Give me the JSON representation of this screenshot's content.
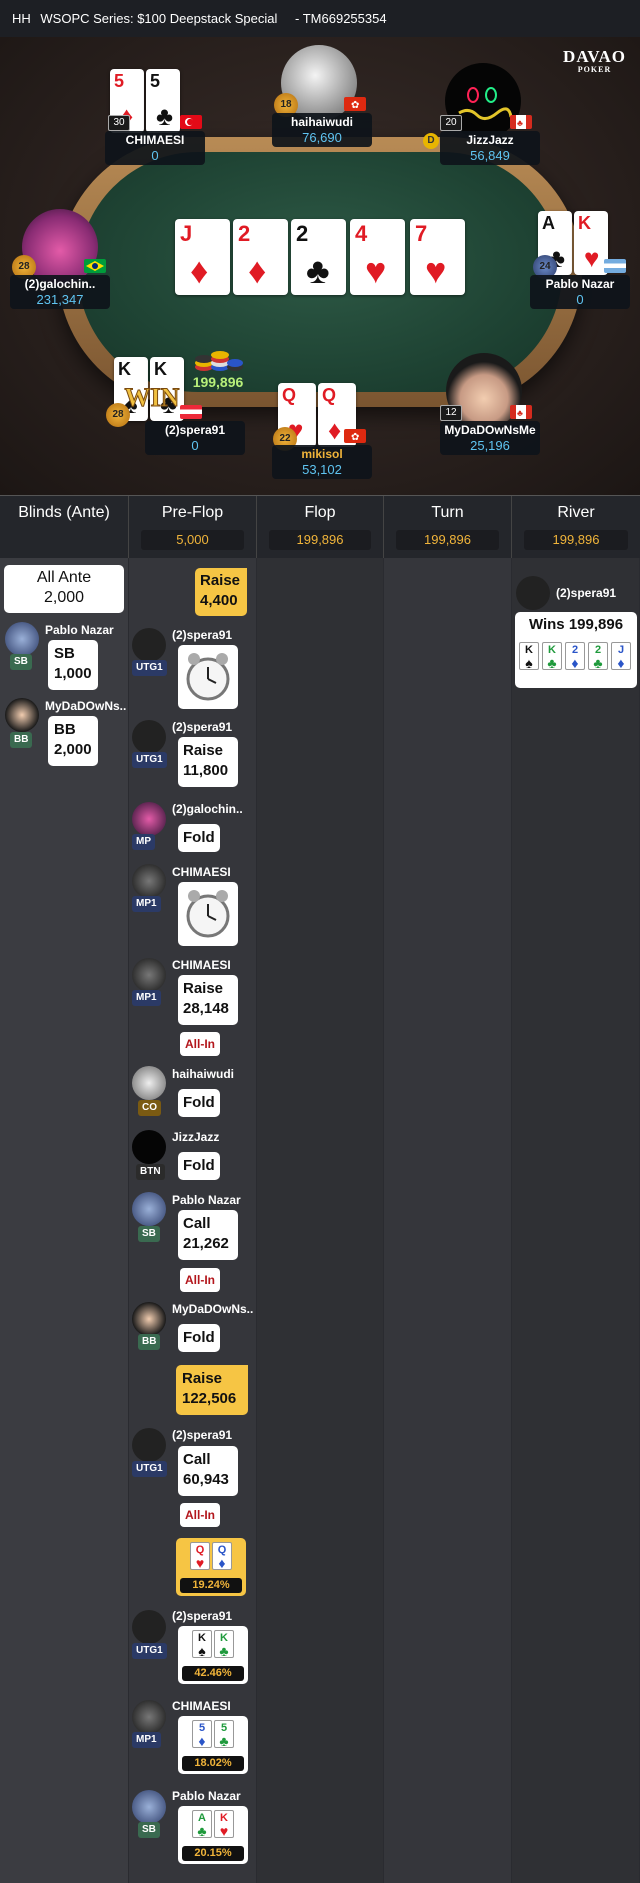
{
  "title": {
    "prefix": "HH",
    "tournament": "WSOPC Series: $100 Deepstack Special",
    "hand_id": "- TM669255354"
  },
  "logo": {
    "line1": "DAVAO",
    "line2": "POKER"
  },
  "board": [
    {
      "rank": "J",
      "suit": "♦",
      "color": "red"
    },
    {
      "rank": "2",
      "suit": "♦",
      "color": "red"
    },
    {
      "rank": "2",
      "suit": "♣",
      "color": "blk"
    },
    {
      "rank": "4",
      "suit": "♥",
      "color": "red"
    },
    {
      "rank": "7",
      "suit": "♥",
      "color": "red"
    }
  ],
  "pot": "199,896",
  "seats": {
    "chimaesi": {
      "name": "CHIMAESI",
      "chips": "0",
      "level": "30",
      "cards": [
        {
          "rank": "5",
          "suit": "♦",
          "color": "red"
        },
        {
          "rank": "5",
          "suit": "♣",
          "color": "blk"
        }
      ]
    },
    "haihaiwudi": {
      "name": "haihaiwudi",
      "chips": "76,690",
      "level": "18"
    },
    "jizzjazz": {
      "name": "JizzJazz",
      "chips": "56,849",
      "level": "20",
      "dealer": "D"
    },
    "galochin": {
      "name": "(2)galochin..",
      "chips": "231,347",
      "level": "28"
    },
    "pablo": {
      "name": "Pablo Nazar",
      "chips": "0",
      "level": "24",
      "cards": [
        {
          "rank": "A",
          "suit": "♣",
          "color": "blk"
        },
        {
          "rank": "K",
          "suit": "♥",
          "color": "red"
        }
      ]
    },
    "spera": {
      "name": "(2)spera91",
      "chips": "0",
      "level": "28",
      "cards": [
        {
          "rank": "K",
          "suit": "♠",
          "color": "blk"
        },
        {
          "rank": "K",
          "suit": "♣",
          "color": "blk"
        }
      ],
      "win_text": "WIN"
    },
    "mikisol": {
      "name": "mikisol",
      "chips": "53,102",
      "level": "22",
      "cards": [
        {
          "rank": "Q",
          "suit": "♥",
          "color": "red"
        },
        {
          "rank": "Q",
          "suit": "♦",
          "color": "red"
        }
      ]
    },
    "mydad": {
      "name": "MyDaDOwNsMe",
      "chips": "25,196",
      "level": "12"
    }
  },
  "columns": [
    {
      "title": "Blinds (Ante)",
      "value": ""
    },
    {
      "title": "Pre-Flop",
      "value": "5,000"
    },
    {
      "title": "Flop",
      "value": "199,896"
    },
    {
      "title": "Turn",
      "value": "199,896"
    },
    {
      "title": "River",
      "value": "199,896"
    }
  ],
  "blinds": {
    "ante_label": "All Ante",
    "ante_value": "2,000",
    "sb": {
      "name": "Pablo Nazar",
      "pos": "SB",
      "action": "SB",
      "amount": "1,000"
    },
    "bb": {
      "name": "MyDaDOwNs..",
      "pos": "BB",
      "action": "BB",
      "amount": "2,000"
    }
  },
  "preflop": {
    "hero_raise": {
      "action": "Raise",
      "amount": "4,400"
    },
    "a1": {
      "name": "(2)spera91",
      "pos": "UTG1"
    },
    "a2": {
      "name": "(2)spera91",
      "pos": "UTG1",
      "action": "Raise",
      "amount": "11,800"
    },
    "a3": {
      "name": "(2)galochin..",
      "pos": "MP",
      "action": "Fold"
    },
    "a4": {
      "name": "CHIMAESI",
      "pos": "MP1"
    },
    "a5": {
      "name": "CHIMAESI",
      "pos": "MP1",
      "action": "Raise",
      "amount": "28,148",
      "allin": "All-In"
    },
    "a6": {
      "name": "haihaiwudi",
      "pos": "CO",
      "action": "Fold"
    },
    "a7": {
      "name": "JizzJazz",
      "pos": "BTN",
      "action": "Fold"
    },
    "a8": {
      "name": "Pablo Nazar",
      "pos": "SB",
      "action": "Call",
      "amount": "21,262",
      "allin": "All-In"
    },
    "a9": {
      "name": "MyDaDOwNs..",
      "pos": "BB",
      "action": "Fold"
    },
    "hero_raise2": {
      "action": "Raise",
      "amount": "122,506"
    },
    "a10": {
      "name": "(2)spera91",
      "pos": "UTG1",
      "action": "Call",
      "amount": "60,943",
      "allin": "All-In"
    },
    "eq_hero": {
      "equity": "19.24%",
      "cards": [
        {
          "rank": "Q",
          "suit": "♥",
          "color": "red"
        },
        {
          "rank": "Q",
          "suit": "♦",
          "color": "blu"
        }
      ]
    },
    "eq_spera": {
      "name": "(2)spera91",
      "pos": "UTG1",
      "equity": "42.46%",
      "cards": [
        {
          "rank": "K",
          "suit": "♠",
          "color": "blk"
        },
        {
          "rank": "K",
          "suit": "♣",
          "color": "grn"
        }
      ]
    },
    "eq_chim": {
      "name": "CHIMAESI",
      "pos": "MP1",
      "equity": "18.02%",
      "cards": [
        {
          "rank": "5",
          "suit": "♦",
          "color": "blu"
        },
        {
          "rank": "5",
          "suit": "♣",
          "color": "grn"
        }
      ]
    },
    "eq_pablo": {
      "name": "Pablo Nazar",
      "pos": "SB",
      "equity": "20.15%",
      "cards": [
        {
          "rank": "A",
          "suit": "♣",
          "color": "grn"
        },
        {
          "rank": "K",
          "suit": "♥",
          "color": "red"
        }
      ]
    }
  },
  "river": {
    "winner": "(2)spera91",
    "wins_text": "Wins 199,896",
    "cards": [
      {
        "rank": "K",
        "suit": "♠",
        "color": "blk"
      },
      {
        "rank": "K",
        "suit": "♣",
        "color": "grn"
      },
      {
        "rank": "2",
        "suit": "♦",
        "color": "blu"
      },
      {
        "rank": "2",
        "suit": "♣",
        "color": "grn"
      },
      {
        "rank": "J",
        "suit": "♦",
        "color": "blu"
      }
    ]
  },
  "colors": {
    "accent": "#f6c544",
    "chips_blue": "#5fc4f1",
    "pot_green": "#b8f07a"
  }
}
